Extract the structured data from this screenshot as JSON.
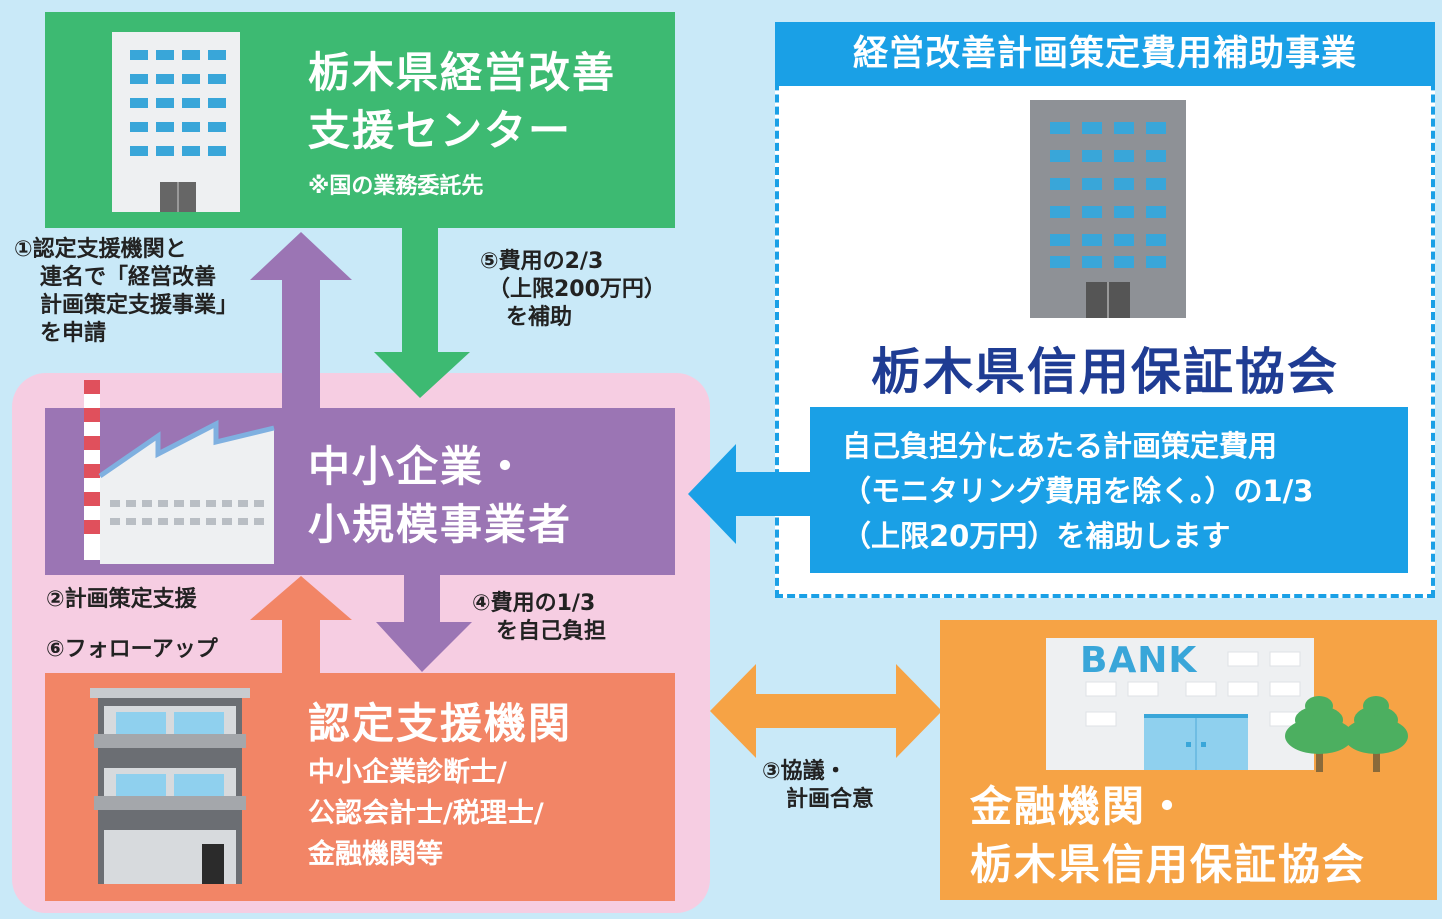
{
  "subsidy_program": {
    "header": "経営改善計画策定費用補助事業",
    "organization": "栃木県信用保証協会",
    "description_lines": [
      "自己負担分にあたる計画策定費用",
      "（モニタリング費用を除く。）の1/3",
      "（上限20万円）を補助します"
    ]
  },
  "support_center": {
    "title_lines": [
      "栃木県経営改善",
      "支援センター"
    ],
    "note": "※国の業務委託先"
  },
  "sme": {
    "title_lines": [
      "中小企業・",
      "小規模事業者"
    ]
  },
  "certified_agency": {
    "title": "認定支援機関",
    "members_lines": [
      "中小企業診断士/",
      "公認会計士/税理士/",
      "金融機関等"
    ]
  },
  "financial": {
    "bank_sign": "BANK",
    "title_lines": [
      "金融機関・",
      "栃木県信用保証協会"
    ]
  },
  "steps": {
    "step1_lines": [
      "①認定支援機関と",
      "連名で「経営改善",
      "計画策定支援事業」",
      "を申請"
    ],
    "step5_lines": [
      "⑤費用の2/3",
      "（上限200万円）",
      "を補助"
    ],
    "step2": "②計画策定支援",
    "step6": "⑥フォローアップ",
    "step4_lines": [
      "④費用の1/3",
      "を自己負担"
    ],
    "step3_lines": [
      "③協議・",
      "計画合意"
    ]
  },
  "colors": {
    "background": "#c9e9f8",
    "center_green": "#3dba72",
    "sme_purple": "#9b75b4",
    "agency_salmon": "#f28566",
    "bank_orange": "#f6a345",
    "subsidy_blue": "#1aa0e6",
    "title_navy": "#1f3c93",
    "pink_panel": "#f6cde2"
  }
}
